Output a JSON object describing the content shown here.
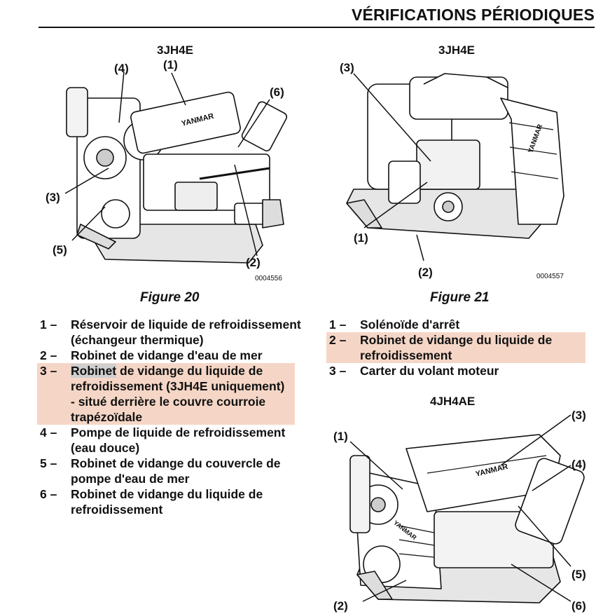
{
  "header": {
    "title": "VÉRIFICATIONS PÉRIODIQUES"
  },
  "figure20": {
    "model": "3JH4E",
    "caption": "Figure 20",
    "part_number": "0004556",
    "callouts": [
      "(1)",
      "(2)",
      "(3)",
      "(4)",
      "(5)",
      "(6)"
    ],
    "brand": "YANMAR",
    "legend": [
      {
        "num": "1 –",
        "text": "Réservoir de liquide de refroidissement (échangeur thermique)"
      },
      {
        "num": "2 –",
        "text": "Robinet de vidange d'eau de mer"
      },
      {
        "num": "3 –",
        "text_sel": "Robinet",
        "text_rest": " de vidange du liquide de refroidissement (3JH4E uniquement) - situé derrière le couvre courroie trapézoïdale"
      },
      {
        "num": "4 –",
        "text": "Pompe de liquide de refroidissement (eau douce)"
      },
      {
        "num": "5 –",
        "text": "Robinet de vidange du couvercle de pompe d'eau de mer"
      },
      {
        "num": "6 –",
        "text": "Robinet de vidange du liquide de refroidissement"
      }
    ]
  },
  "figure21": {
    "model": "3JH4E",
    "caption": "Figure 21",
    "part_number": "0004557",
    "callouts": [
      "(1)",
      "(2)",
      "(3)"
    ],
    "brand": "YANMAR",
    "legend": [
      {
        "num": "1 –",
        "text": "Solénoïde d'arrêt"
      },
      {
        "num": "2 –",
        "text": "Robinet de vidange du liquide de refroidissement"
      },
      {
        "num": "3 –",
        "text": "Carter du volant moteur"
      }
    ]
  },
  "figure22": {
    "model": "4JH4AE",
    "callouts": [
      "(1)",
      "(2)",
      "(3)",
      "(4)",
      "(5)",
      "(6)"
    ],
    "brand": "YANMAR"
  }
}
